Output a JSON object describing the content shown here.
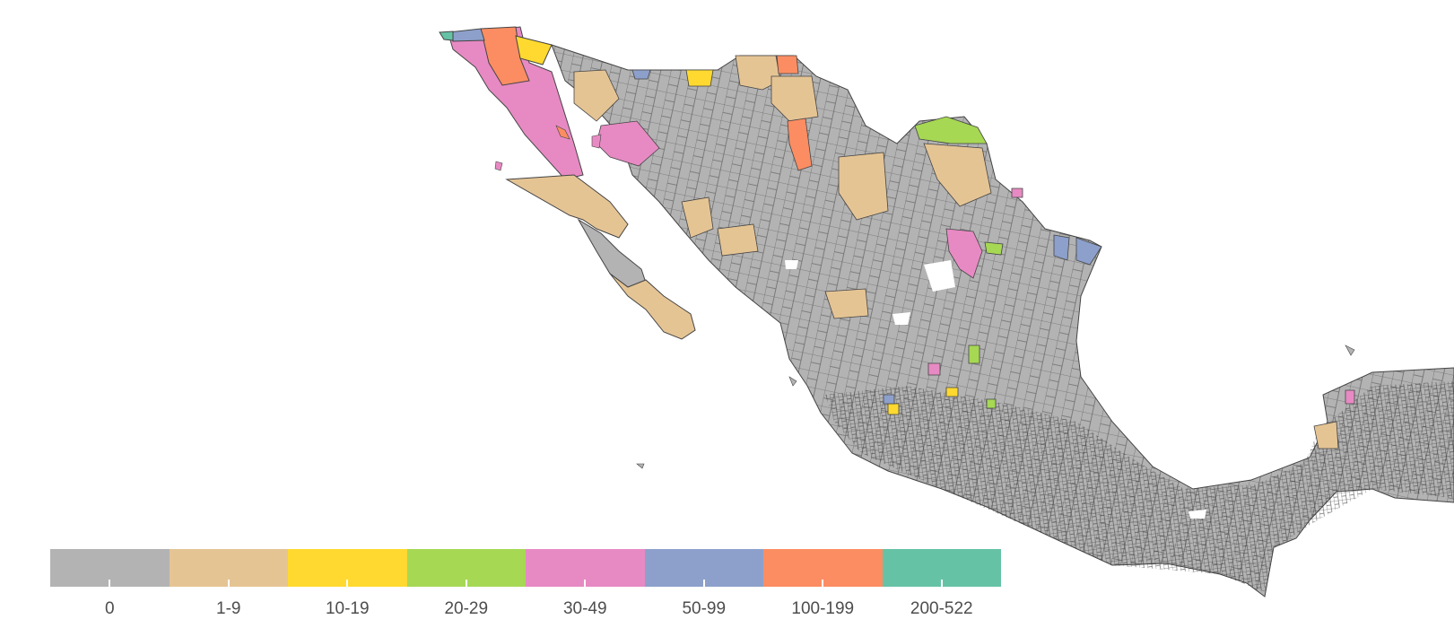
{
  "legend": {
    "classes": [
      {
        "label": "0",
        "color": "#b3b3b3"
      },
      {
        "label": "1-9",
        "color": "#e5c494"
      },
      {
        "label": "10-19",
        "color": "#ffd92f"
      },
      {
        "label": "20-29",
        "color": "#a6d854"
      },
      {
        "label": "30-49",
        "color": "#e78ac3"
      },
      {
        "label": "50-99",
        "color": "#8da0cb"
      },
      {
        "label": "100-199",
        "color": "#fc8d62"
      },
      {
        "label": "200-522",
        "color": "#66c2a5"
      }
    ]
  },
  "map": {
    "region": "Mexico municipalities",
    "border_color": "#3a3a3a"
  }
}
